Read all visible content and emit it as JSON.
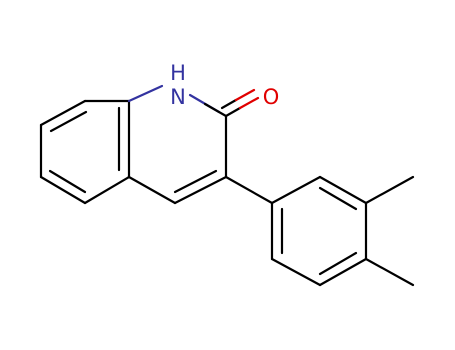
{
  "molecule": {
    "atoms": {
      "nh_label": "H\nN",
      "n_symbol": "N",
      "h_symbol": "H",
      "o_symbol": "O"
    },
    "colors": {
      "bond": "#000000",
      "nitrogen": "#3333a0",
      "oxygen": "#e00000",
      "background": "#ffffff"
    }
  }
}
